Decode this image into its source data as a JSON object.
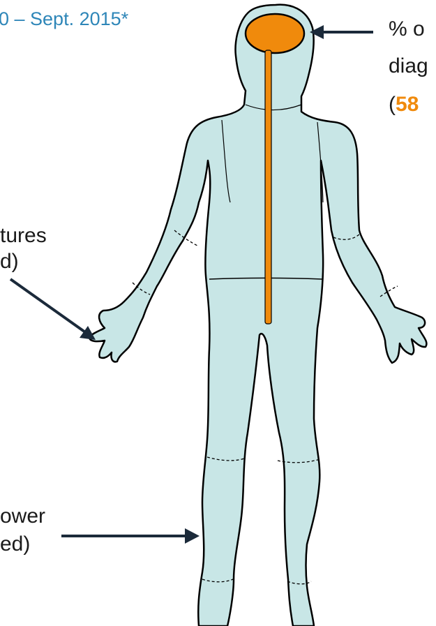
{
  "header": {
    "date_range_fragment": "0 – Sept. 2015*"
  },
  "callouts": {
    "head": {
      "line1": "% o",
      "line2": "diag",
      "line3_open": "(",
      "line3_value": "58"
    },
    "hands": {
      "line1": "tures",
      "line2": "d)"
    },
    "legs": {
      "line1": "ower",
      "line2": "ed)"
    }
  },
  "colors": {
    "body_fill": "#c8e6e6",
    "outline": "#000000",
    "highlight": "#f08a0c",
    "arrow": "#1b2a3a",
    "title": "#2e86b8"
  }
}
